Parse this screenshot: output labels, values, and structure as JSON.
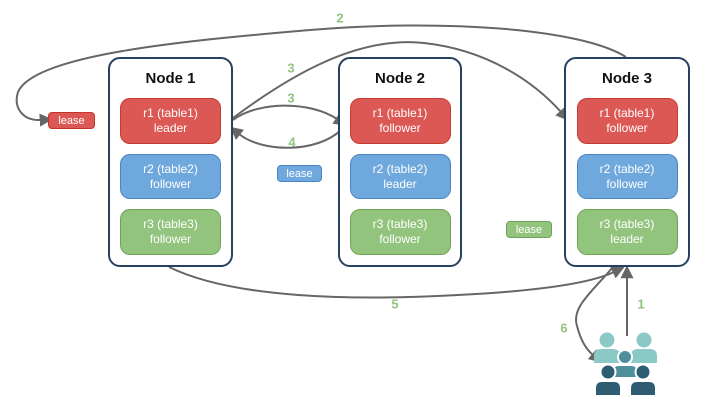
{
  "nodes": [
    {
      "title": "Node 1",
      "replicas": [
        {
          "label": "r1 (table1)",
          "role": "leader",
          "color": "red"
        },
        {
          "label": "r2 (table2)",
          "role": "follower",
          "color": "blue"
        },
        {
          "label": "r3 (table3)",
          "role": "follower",
          "color": "green"
        }
      ]
    },
    {
      "title": "Node 2",
      "replicas": [
        {
          "label": "r1 (table1)",
          "role": "follower",
          "color": "red"
        },
        {
          "label": "r2 (table2)",
          "role": "leader",
          "color": "blue"
        },
        {
          "label": "r3 (table3)",
          "role": "follower",
          "color": "green"
        }
      ]
    },
    {
      "title": "Node 3",
      "replicas": [
        {
          "label": "r1 (table1)",
          "role": "follower",
          "color": "red"
        },
        {
          "label": "r2 (table2)",
          "role": "follower",
          "color": "blue"
        },
        {
          "label": "r3 (table3)",
          "role": "leader",
          "color": "green"
        }
      ]
    }
  ],
  "leases": [
    {
      "label": "lease",
      "color": "red"
    },
    {
      "label": "lease",
      "color": "blue"
    },
    {
      "label": "lease",
      "color": "green"
    }
  ],
  "steps": {
    "s1": "1",
    "s2": "2",
    "s3a": "3",
    "s3b": "3",
    "s4": "4",
    "s5": "5",
    "s6": "6"
  },
  "icons": {
    "users_group": "users-group-icon"
  },
  "colors": {
    "red_fill": "#dc5854",
    "red_border": "#c43c30",
    "blue_fill": "#6fa8dc",
    "blue_border": "#4a86c6",
    "green_fill": "#93c47d",
    "green_border": "#6fa356",
    "node_border": "#26415f",
    "arrow": "#666666",
    "step_label": "#93c47d",
    "people_light": "#8bc9c6",
    "people_mid": "#4f8f9b",
    "people_dark": "#2e5d73"
  }
}
